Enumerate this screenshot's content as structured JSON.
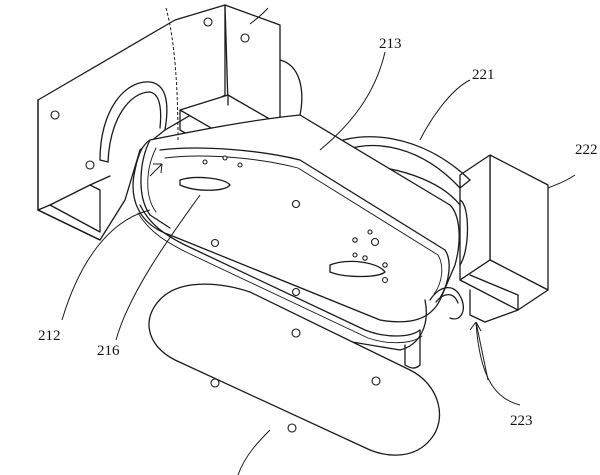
{
  "labels": {
    "l213": "213",
    "l221": "221",
    "l222": "222",
    "l212": "212",
    "l216": "216",
    "l223": "223"
  },
  "colors": {
    "line": "#1a1a1a",
    "background": "#ffffff"
  }
}
